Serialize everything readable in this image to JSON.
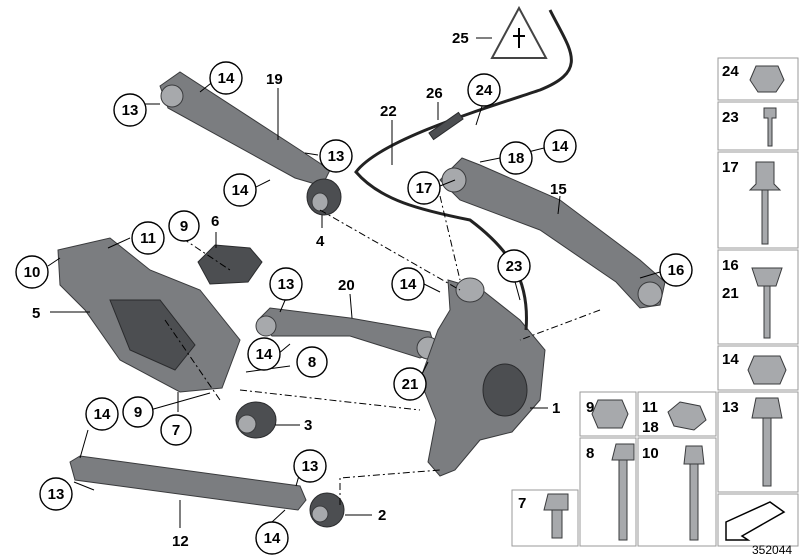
{
  "diagram_id": "352044",
  "callouts": {
    "c1": "1",
    "c2": "2",
    "c3": "3",
    "c4": "4",
    "c5": "5",
    "c6": "6",
    "c7": "7",
    "c8": "8",
    "c9": "9",
    "c10": "10",
    "c11": "11",
    "c12": "12",
    "c13": "13",
    "c14": "14",
    "c15": "15",
    "c16": "16",
    "c17": "17",
    "c18": "18",
    "c19": "19",
    "c20": "20",
    "c21": "21",
    "c22": "22",
    "c23": "23",
    "c24": "24",
    "c25": "25",
    "c26": "26"
  },
  "hardware_panel": {
    "cells": [
      "24",
      "23",
      "17",
      "16",
      "21",
      "14",
      "13",
      "9",
      "11",
      "18",
      "8",
      "10",
      "7"
    ]
  },
  "colors": {
    "part": "#7b7d80",
    "part_light": "#a7a9ac",
    "part_dark": "#4c4e51",
    "grid": "#9a9a9a"
  }
}
